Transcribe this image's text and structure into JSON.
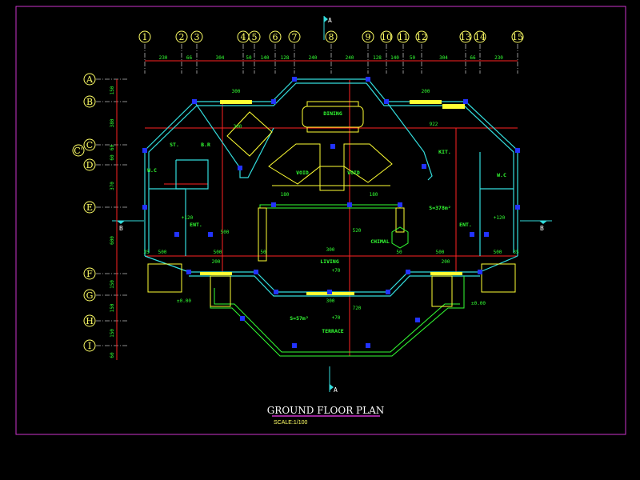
{
  "drawing": {
    "title": "GROUND FLOOR PLAN",
    "scale": "SCALE:1/100",
    "section_marks": [
      "A",
      "A",
      "B",
      "B"
    ]
  },
  "grid_columns": [
    "1",
    "2",
    "3",
    "4",
    "5",
    "6",
    "7",
    "8",
    "9",
    "10",
    "11",
    "12",
    "13",
    "14",
    "15"
  ],
  "grid_rows": [
    "A",
    "B",
    "C",
    "C'",
    "D",
    "E",
    "F",
    "G",
    "H",
    "I"
  ],
  "column_dimensions": [
    "230",
    "66",
    "304",
    "50",
    "140",
    "128",
    "240",
    "240",
    "128",
    "140",
    "50",
    "304",
    "66",
    "230"
  ],
  "row_dimensions": [
    "150",
    "380",
    "60",
    "60",
    "370",
    "600",
    "150",
    "150",
    "150",
    "60"
  ],
  "rooms": {
    "dining": "DINING",
    "void_left": "VOID",
    "void_right": "VOID",
    "kitchen": "KIT.",
    "store": "ST.",
    "bar": "B.R",
    "wc_left": "W.C",
    "wc_right": "W.C",
    "ent_left": "ENT.",
    "ent_right": "ENT.",
    "living": "LIVING",
    "terrace": "TERRACE",
    "chimney": "CHIMAL",
    "area_right": "S=378m²",
    "area_terrace": "S=57m²"
  },
  "levels": [
    "+120",
    "+120",
    "+70",
    "+70",
    "±0.00",
    "±0.00"
  ],
  "misc_dims": [
    "300",
    "200",
    "500",
    "500",
    "300",
    "200",
    "500",
    "300",
    "500",
    "200",
    "300",
    "500",
    "922",
    "520",
    "720",
    "180",
    "180",
    "50",
    "50",
    "35",
    "35"
  ]
}
